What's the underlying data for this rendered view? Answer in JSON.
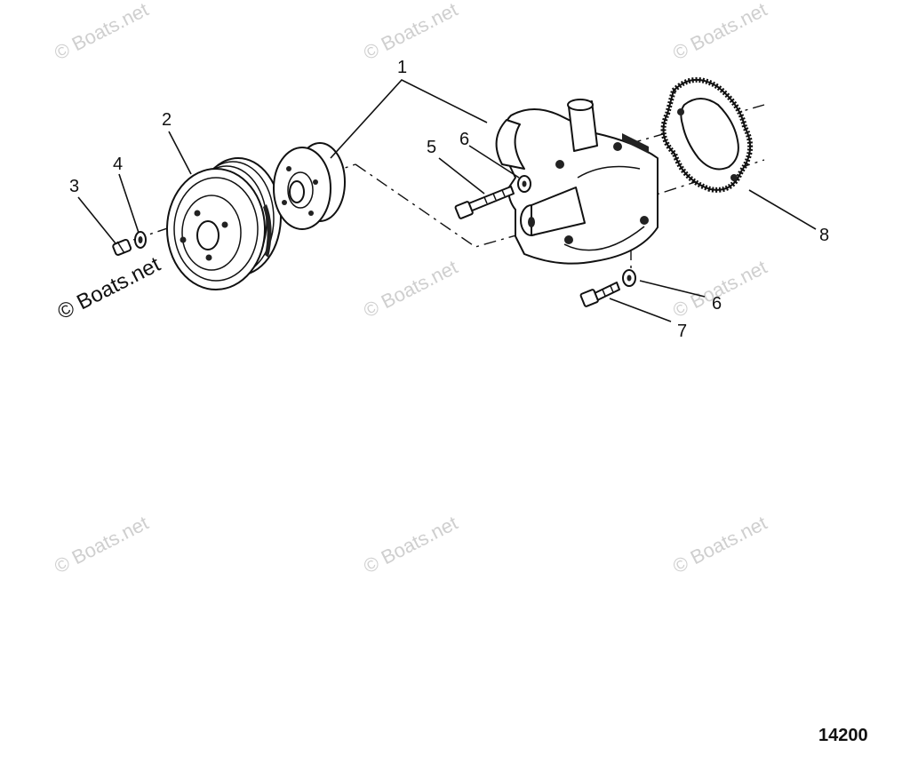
{
  "callouts": {
    "c1": "1",
    "c2": "2",
    "c3": "3",
    "c4": "4",
    "c5": "5",
    "c6a": "6",
    "c6b": "6",
    "c7": "7",
    "c8": "8"
  },
  "watermark": "© Boats.net",
  "reference_number": "14200"
}
